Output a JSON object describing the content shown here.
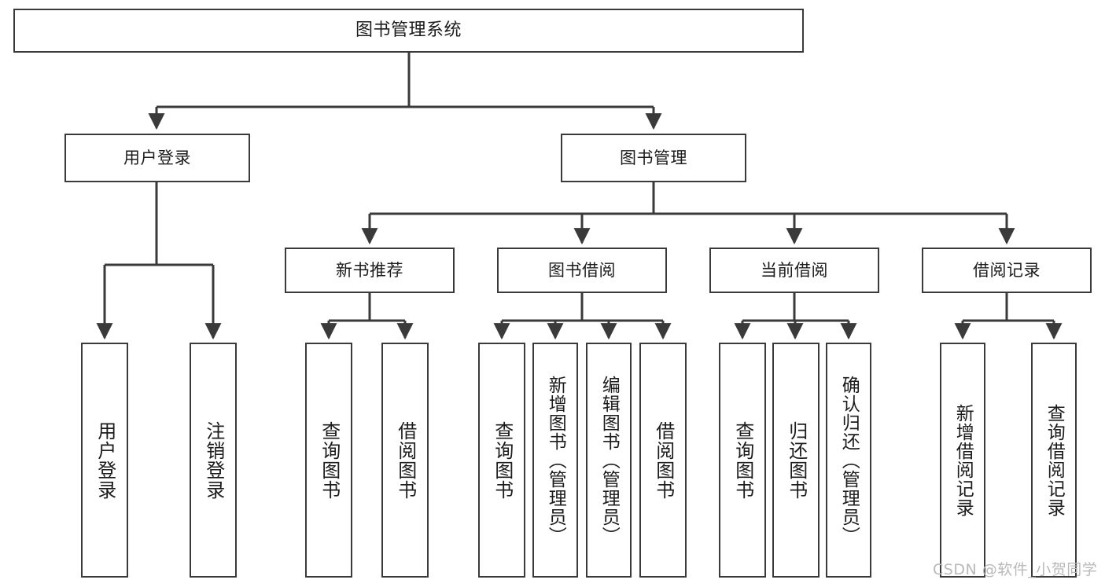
{
  "diagram": {
    "title": "图书管理系统",
    "type": "tree",
    "orientation": "top-down",
    "colors": {
      "box_border": "#3a3a3a",
      "box_fill": "#ffffff",
      "edge": "#3a3a3a",
      "text": "#1c1c1c",
      "watermark": "#b9b9b9",
      "background": "#ffffff"
    },
    "nodes": {
      "root": {
        "label": "图书管理系统"
      },
      "level2": [
        {
          "id": "user-login",
          "label": "用户登录"
        },
        {
          "id": "book-manage",
          "label": "图书管理"
        }
      ],
      "level3": [
        {
          "id": "new-book-recommend",
          "label": "新书推荐"
        },
        {
          "id": "book-borrow",
          "label": "图书借阅"
        },
        {
          "id": "current-borrow",
          "label": "当前借阅"
        },
        {
          "id": "borrow-record",
          "label": "借阅记录"
        }
      ],
      "leaves": {
        "user-login": [
          {
            "id": "leaf-user-login",
            "label": "用户登录"
          },
          {
            "id": "leaf-logout",
            "label": "注销登录"
          }
        ],
        "new-book-recommend": [
          {
            "id": "leaf-query-book-1",
            "label": "查询图书"
          },
          {
            "id": "leaf-borrow-book-1",
            "label": "借阅图书"
          }
        ],
        "book-borrow": [
          {
            "id": "leaf-query-book-2",
            "label": "查询图书"
          },
          {
            "id": "leaf-add-book",
            "label": "新增图书（管理员）"
          },
          {
            "id": "leaf-edit-book",
            "label": "编辑图书（管理员）"
          },
          {
            "id": "leaf-borrow-book-2",
            "label": "借阅图书"
          }
        ],
        "current-borrow": [
          {
            "id": "leaf-query-book-3",
            "label": "查询图书"
          },
          {
            "id": "leaf-return-book",
            "label": "归还图书"
          },
          {
            "id": "leaf-confirm-return",
            "label": "确认归还（管理员）"
          }
        ],
        "borrow-record": [
          {
            "id": "leaf-add-record",
            "label": "新增借阅记录"
          },
          {
            "id": "leaf-query-record",
            "label": "查询借阅记录"
          }
        ]
      }
    }
  },
  "watermark": {
    "text": "CSDN @软件_小贺同学"
  }
}
